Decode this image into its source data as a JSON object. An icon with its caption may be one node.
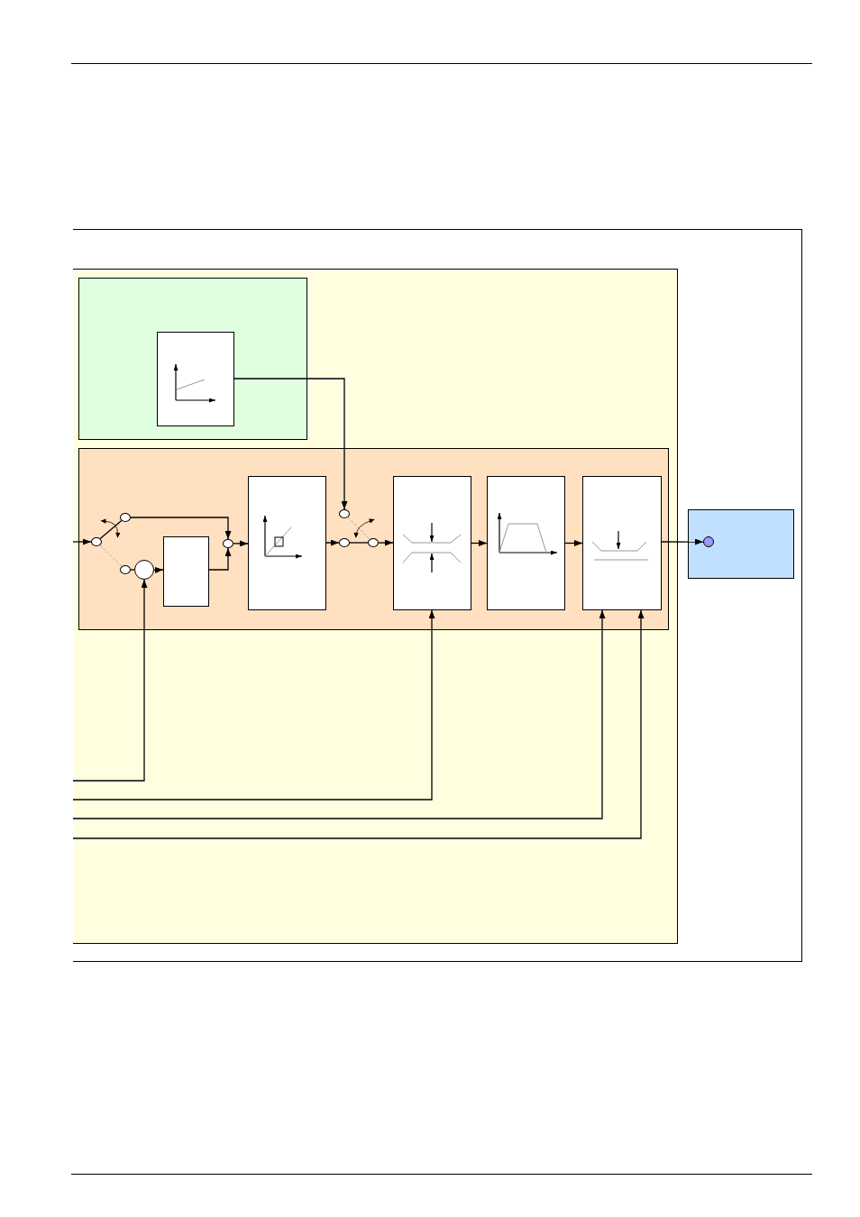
{
  "diagram": {
    "nodes": [
      {
        "text": [],
        "shape": "box"
      },
      {
        "text": [],
        "shape": "box",
        "in": 0
      },
      {
        "text": [],
        "shape": "box",
        "in": 1
      },
      {
        "text": [],
        "shape": "box",
        "in": 2
      },
      {
        "text": [],
        "shape": "box",
        "in": 1
      },
      {
        "text": [],
        "shape": "circle",
        "in": 4
      },
      {
        "text": [],
        "shape": "circle",
        "in": 4
      },
      {
        "text": [],
        "shape": "circle",
        "in": 4
      },
      {
        "text": [],
        "shape": "circle",
        "in": 4
      },
      {
        "text": [],
        "shape": "box",
        "in": 4
      },
      {
        "text": [],
        "shape": "circle",
        "in": 4
      },
      {
        "text": [],
        "shape": "box",
        "in": 4
      },
      {
        "text": [],
        "shape": "circle",
        "in": 4
      },
      {
        "text": [],
        "shape": "circle",
        "in": 4
      },
      {
        "text": [],
        "shape": "circle",
        "in": 4
      },
      {
        "text": [],
        "shape": "box",
        "in": 4
      },
      {
        "text": [],
        "shape": "box",
        "in": 4
      },
      {
        "text": [],
        "shape": "box",
        "in": 4
      },
      {
        "text": [],
        "shape": "box",
        "in": 0
      },
      {
        "text": [],
        "shape": "circle",
        "in": 18
      }
    ],
    "edges": [
      {
        "from": null,
        "to": 5,
        "arrow": "to"
      },
      {
        "from": 5,
        "to": 6,
        "arrow": "none"
      },
      {
        "from": 5,
        "to": 7,
        "arrow": "none",
        "style": "dashed",
        "color": "#c0a890"
      },
      {
        "from": 6,
        "to": 10,
        "arrow": "to"
      },
      {
        "from": 7,
        "to": 8,
        "arrow": "none"
      },
      {
        "from": 8,
        "to": 9,
        "arrow": "to"
      },
      {
        "from": 9,
        "to": 10,
        "arrow": "to"
      },
      {
        "from": 10,
        "to": 11,
        "arrow": "to"
      },
      {
        "from": 3,
        "to": 12,
        "arrow": "to"
      },
      {
        "from": 11,
        "to": 13,
        "arrow": "to"
      },
      {
        "from": 12,
        "to": 14,
        "arrow": "none",
        "style": "dashed",
        "color": "#c0a890"
      },
      {
        "from": 13,
        "to": 14,
        "arrow": "none"
      },
      {
        "from": 14,
        "to": 15,
        "arrow": "to"
      },
      {
        "from": 15,
        "to": 16,
        "arrow": "to"
      },
      {
        "from": 16,
        "to": 17,
        "arrow": "to"
      },
      {
        "from": 17,
        "to": 19,
        "arrow": "to"
      },
      {
        "from": null,
        "to": 8,
        "arrow": "to"
      },
      {
        "from": null,
        "to": 15,
        "arrow": "to"
      },
      {
        "from": null,
        "to": 17,
        "arrow": "to"
      },
      {
        "from": null,
        "to": 17,
        "arrow": "to"
      }
    ]
  }
}
